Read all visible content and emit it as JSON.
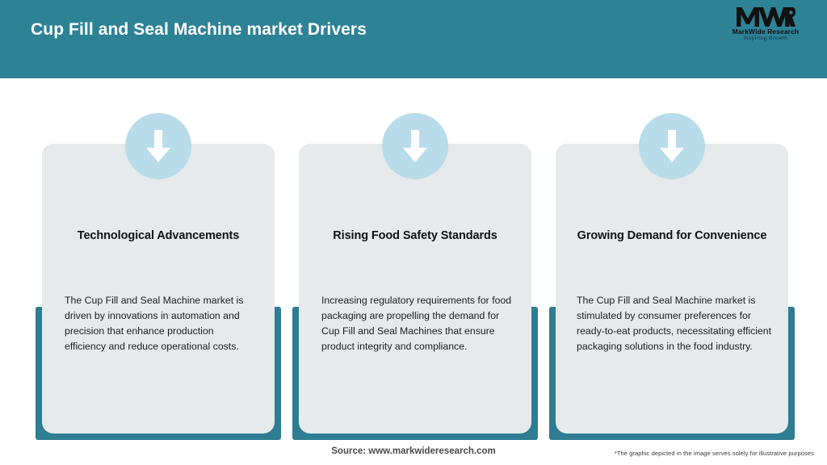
{
  "header": {
    "title": "Cup Fill and Seal Machine market Drivers",
    "background_color": "#2e8296",
    "title_color": "#ffffff",
    "logo": {
      "mark": "MWR",
      "name": "MarkWide Research",
      "tagline": "Inspiring Growth"
    }
  },
  "theme": {
    "frame_color": "#2e7d93",
    "card_background": "#e6eaeb",
    "circle_color": "#b8dcea",
    "arrow_color": "#ffffff",
    "page_background": "#ffffff"
  },
  "cards": [
    {
      "icon": "down-arrow-icon",
      "title": "Technological Advancements",
      "body": "The Cup Fill and Seal Machine market is driven by innovations in automation and precision that enhance production efficiency and reduce operational costs."
    },
    {
      "icon": "down-arrow-icon",
      "title": "Rising Food Safety Standards",
      "body": "Increasing regulatory requirements for food packaging are propelling the demand for Cup Fill and Seal Machines that ensure product integrity and compliance."
    },
    {
      "icon": "down-arrow-icon",
      "title": "Growing Demand for Convenience",
      "body": "The Cup Fill and Seal Machine market is stimulated by consumer preferences for ready-to-eat products, necessitating efficient packaging solutions in the food industry."
    }
  ],
  "footer": {
    "source": "Source: www.markwideresearch.com",
    "disclaimer": "*The graphic depicted in the image serves solely for illustrative purposes"
  }
}
